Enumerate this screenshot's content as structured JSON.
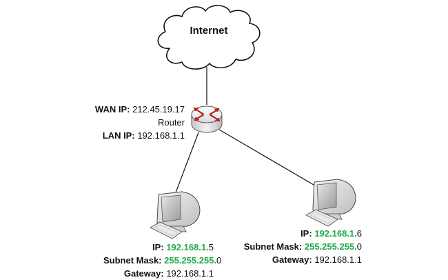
{
  "internet": {
    "label": "Internet"
  },
  "router": {
    "wan_label": "WAN IP:",
    "wan_value": "212.45.19.17",
    "name": "Router",
    "lan_label": "LAN IP:",
    "lan_value": "192.168.1.1"
  },
  "pc1": {
    "ip_label": "IP:",
    "ip_network": "192.168.1.",
    "ip_host": "5",
    "mask_label": "Subnet Mask:",
    "mask_network": "255.255.255.",
    "mask_host": "0",
    "gateway_label": "Gateway:",
    "gateway_value": "192.168.1.1"
  },
  "pc2": {
    "ip_label": "IP:",
    "ip_network": "192.168.1.",
    "ip_host": "6",
    "mask_label": "Subnet Mask:",
    "mask_network": "255.255.255.",
    "mask_host": "0",
    "gateway_label": "Gateway:",
    "gateway_value": "192.168.1.1"
  },
  "colors": {
    "highlight": "#22a84a",
    "router_arrows": "#cc1f1f",
    "line": "#111111"
  }
}
